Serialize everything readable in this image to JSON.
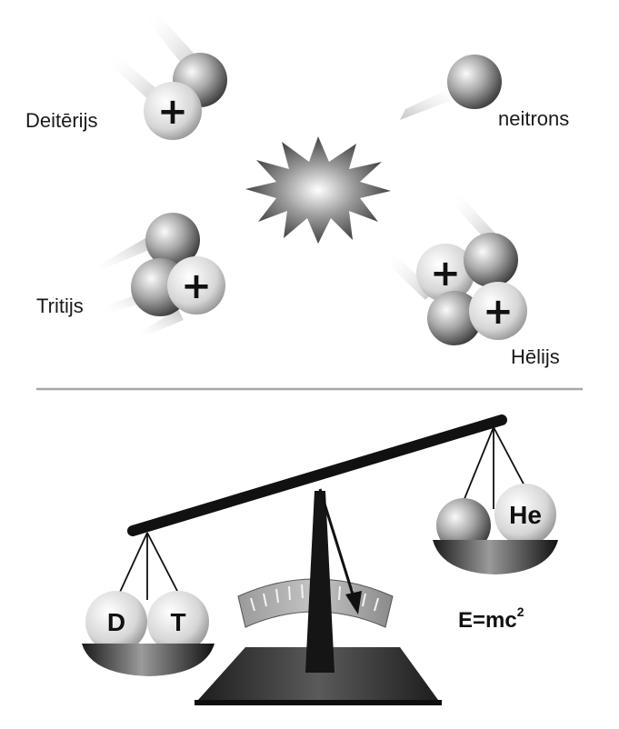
{
  "labels": {
    "deuterium": "Deitērijs",
    "neutron": "neitrons",
    "tritium": "Tritijs",
    "helium": "Hēlijs"
  },
  "scale": {
    "left_pan_labels": [
      "D",
      "T"
    ],
    "right_pan_label": "He",
    "formula": "E=mc",
    "formula_sup": "2"
  },
  "icons": {
    "proton_symbol": "+"
  },
  "colors": {
    "particle_dark": "#3a3a3a",
    "particle_light": "#f2f2f2",
    "divider": "#a8a8a8",
    "scale_dark": "#111111"
  }
}
